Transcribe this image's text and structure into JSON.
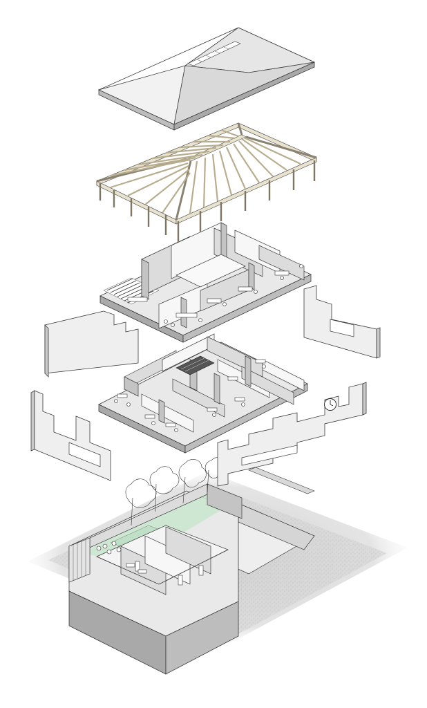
{
  "diagram": {
    "type": "exploded-axonometric",
    "layers": [
      {
        "name": "roof"
      },
      {
        "name": "roof-timber-structure"
      },
      {
        "name": "upper-floor"
      },
      {
        "name": "middle-floor"
      },
      {
        "name": "facade-panels"
      },
      {
        "name": "ground-floor-courtyard"
      }
    ]
  },
  "colors": {
    "background": "#ffffff",
    "line": "#3a3a3a",
    "timber": "#e8e2cf",
    "planting": "#c8e6cf",
    "ground": "#d6d6d6"
  },
  "icons": [
    "clock-icon",
    "tree-icon",
    "chair-icon",
    "desk-icon"
  ]
}
